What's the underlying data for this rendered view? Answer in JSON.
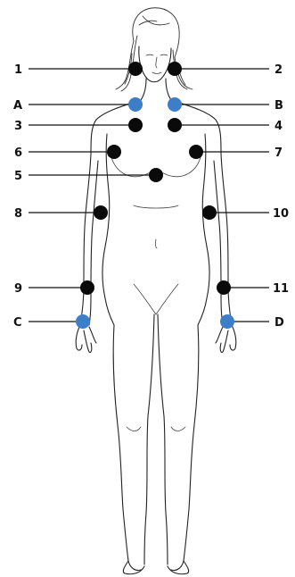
{
  "colors": {
    "marker_black": "#0a0a0a",
    "marker_blue": "#3d7ec9",
    "line": "#111111"
  },
  "points": [
    {
      "id": "p1",
      "label": "1",
      "color": "black",
      "side": "left"
    },
    {
      "id": "p2",
      "label": "2",
      "color": "black",
      "side": "right"
    },
    {
      "id": "pA",
      "label": "A",
      "color": "blue",
      "side": "left"
    },
    {
      "id": "pB",
      "label": "B",
      "color": "blue",
      "side": "right"
    },
    {
      "id": "p3",
      "label": "3",
      "color": "black",
      "side": "left"
    },
    {
      "id": "p4",
      "label": "4",
      "color": "black",
      "side": "right"
    },
    {
      "id": "p6",
      "label": "6",
      "color": "black",
      "side": "left"
    },
    {
      "id": "p7",
      "label": "7",
      "color": "black",
      "side": "right"
    },
    {
      "id": "p5",
      "label": "5",
      "color": "black",
      "side": "left"
    },
    {
      "id": "p8",
      "label": "8",
      "color": "black",
      "side": "left"
    },
    {
      "id": "p10",
      "label": "10",
      "color": "black",
      "side": "right"
    },
    {
      "id": "p9",
      "label": "9",
      "color": "black",
      "side": "left"
    },
    {
      "id": "p11",
      "label": "11",
      "color": "black",
      "side": "right"
    },
    {
      "id": "pC",
      "label": "C",
      "color": "blue",
      "side": "left"
    },
    {
      "id": "pD",
      "label": "D",
      "color": "blue",
      "side": "right"
    }
  ]
}
